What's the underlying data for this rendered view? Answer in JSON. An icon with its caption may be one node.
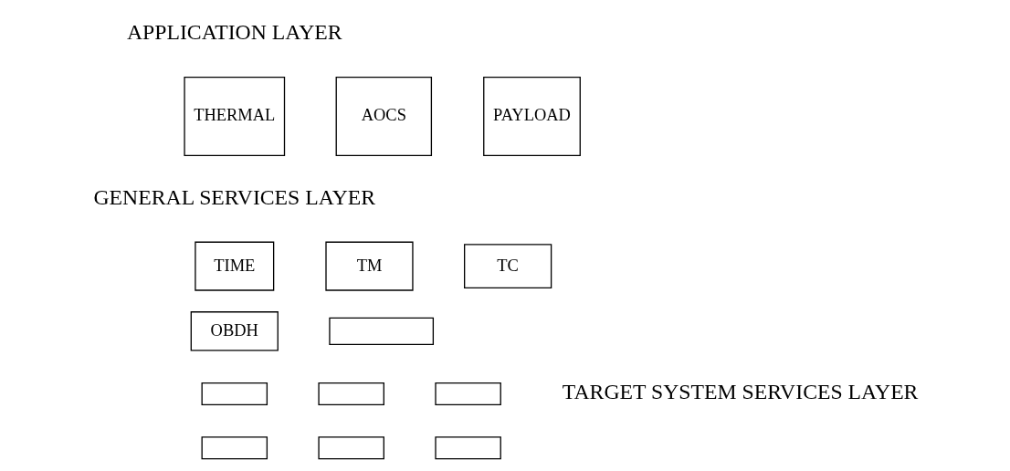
{
  "diagram": {
    "nodes": [
      {
        "text": [
          "THERMAL"
        ]
      },
      {
        "text": [
          "AOCS"
        ]
      },
      {
        "text": [
          "PAYLOAD"
        ]
      },
      {
        "text": [
          "TIME"
        ]
      },
      {
        "text": [
          "TM"
        ]
      },
      {
        "text": [
          "TC"
        ]
      },
      {
        "text": [
          "OBDH"
        ]
      },
      {
        "text": [],
        "shape": "box"
      },
      {
        "text": [],
        "shape": "box"
      },
      {
        "text": [],
        "shape": "box"
      },
      {
        "text": [],
        "shape": "box"
      },
      {
        "text": [],
        "shape": "box"
      },
      {
        "text": [],
        "shape": "box"
      },
      {
        "text": [],
        "shape": "box"
      }
    ],
    "edges": [],
    "labels": [
      "APPLICATION LAYER",
      "GENERAL SERVICES LAYER",
      "TARGET SYSTEM SERVICES LAYER"
    ]
  }
}
